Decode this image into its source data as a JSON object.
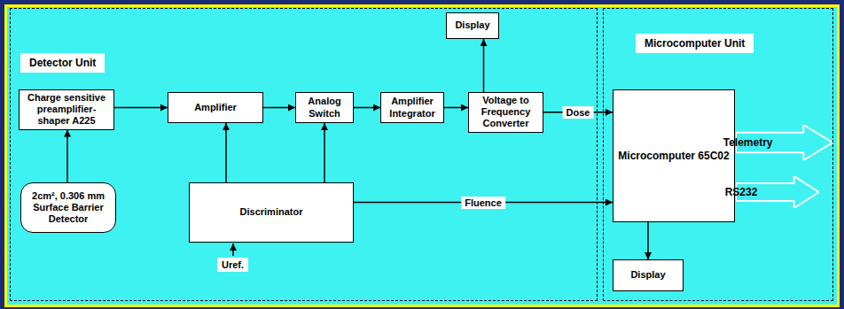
{
  "diagram": {
    "nodes": [
      {
        "text": [
          "Detector Unit"
        ]
      },
      {
        "text": [
          "Display"
        ],
        "in": 0
      },
      {
        "text": [
          "Charge sensitive preamplifier- shaper A225"
        ],
        "in": 0
      },
      {
        "text": [
          "Amplifier"
        ],
        "in": 0
      },
      {
        "text": [
          "Analog Switch"
        ],
        "in": 0
      },
      {
        "text": [
          "Amplifier Integrator"
        ],
        "in": 0
      },
      {
        "text": [
          "Voltage to Frequency Converter"
        ],
        "in": 0
      },
      {
        "text": [
          "2cm², 0.306 mm Surface Barrier Detector"
        ],
        "in": 0
      },
      {
        "text": [
          "Discriminator"
        ],
        "in": 0
      },
      {
        "text": [
          "Microcomputer Unit"
        ]
      },
      {
        "text": [
          "Microcomputer 65C02"
        ],
        "in": 9
      },
      {
        "text": [
          "Telemetry"
        ],
        "in": 9
      },
      {
        "text": [
          "RS232"
        ],
        "in": 9
      },
      {
        "text": [
          "Display"
        ],
        "in": 9
      }
    ],
    "edges": [
      {
        "from": 7,
        "to": 2,
        "arrow": "to"
      },
      {
        "from": 2,
        "to": 3,
        "arrow": "to"
      },
      {
        "from": 3,
        "to": 4,
        "arrow": "to"
      },
      {
        "from": 4,
        "to": 5,
        "arrow": "to"
      },
      {
        "from": 5,
        "to": 6,
        "arrow": "to"
      },
      {
        "from": 6,
        "to": 1,
        "arrow": "to"
      },
      {
        "from": 8,
        "to": 3,
        "arrow": "to"
      },
      {
        "from": 8,
        "to": 4,
        "arrow": "to"
      },
      {
        "from": 6,
        "to": 10,
        "label": "Dose",
        "arrow": "to"
      },
      {
        "from": 8,
        "to": 10,
        "label": "Fluence",
        "arrow": "to"
      },
      {
        "from": 10,
        "to": 13,
        "arrow": "to"
      }
    ],
    "labels": [
      "Uref."
    ]
  }
}
